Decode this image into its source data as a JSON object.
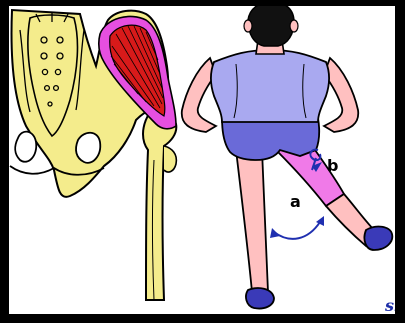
{
  "labels": {
    "a": "a",
    "b": "b"
  },
  "signature": "sk",
  "colors": {
    "bone": "#f4ec8c",
    "muscle": "#d81a1a",
    "muscle_sheath": "#e64fe0",
    "leg_highlight": "#f07ae8",
    "shirt": "#a9a9f0",
    "shorts": "#6a6ad8",
    "skin": "#ffc0c0",
    "shoes": "#3a3ab8",
    "arrow": "#1f2fb0",
    "background": "#ffffff",
    "frame": "#000000"
  }
}
